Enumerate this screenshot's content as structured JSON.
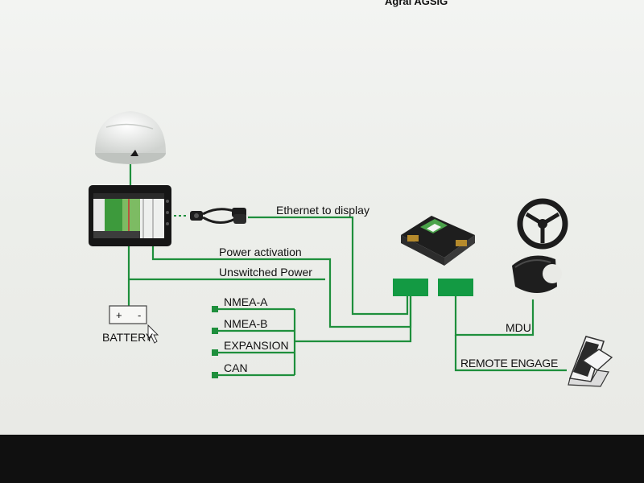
{
  "header": {
    "fragment": "Agrai AGSIG"
  },
  "labels": {
    "ethernet": "Ethernet to display",
    "power_activation": "Power activation",
    "unswitched_power": "Unswitched Power",
    "nmea_a": "NMEA-A",
    "nmea_b": "NMEA-B",
    "expansion": "EXPANSION",
    "can": "CAN",
    "mdu": "MDU",
    "remote_engage": "REMOTE ENGAGE",
    "battery": "BATTERY",
    "battery_plus": "+",
    "battery_minus": "-"
  },
  "colors": {
    "wire": "#1e8f3c",
    "module": "#139a43",
    "background": "#eef0ed",
    "bezel": "#111111"
  },
  "icons": [
    "gps-antenna-icon",
    "display-terminal-icon",
    "ethernet-adapter-cable-icon",
    "controller-ecu-icon",
    "steering-wheel-icon",
    "motor-drive-unit-icon",
    "remote-engage-footswitch-icon",
    "battery-icon",
    "mouse-cursor-icon"
  ]
}
